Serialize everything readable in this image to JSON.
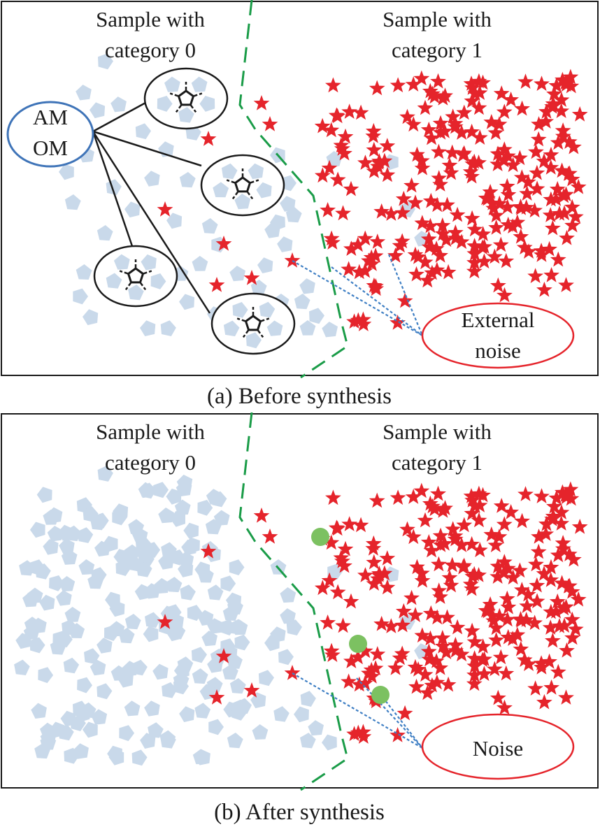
{
  "panels": [
    {
      "id": "a",
      "caption": "(a) Before synthesis",
      "left_label": [
        "Sample with",
        "category 0"
      ],
      "right_label": [
        "Sample with",
        "category 1"
      ],
      "callout_label": [
        "External",
        "noise"
      ],
      "hub_label": [
        "AM",
        "OM"
      ],
      "synthetic_samples": 0,
      "dense_category0": false
    },
    {
      "id": "b",
      "caption": "(b) After synthesis",
      "left_label": [
        "Sample with",
        "category 0"
      ],
      "right_label": [
        "Sample with",
        "category 1"
      ],
      "callout_label": [
        "Noise"
      ],
      "synthetic_samples": 3,
      "dense_category0": true
    }
  ],
  "colors": {
    "category0": "#c9d9ea",
    "category1": "#e5242b",
    "boundary": "#1a9c48",
    "noise_link": "#3f7fc4",
    "hub_border": "#3f74b8",
    "callout_border": "#e5242b",
    "synthetic": "#7cc161",
    "frame": "#1a1a1a"
  },
  "icons": {
    "category0": "pentagon-icon",
    "category1": "star-icon",
    "synthetic": "circle-icon",
    "neighbourhood": "molecule-icon"
  }
}
